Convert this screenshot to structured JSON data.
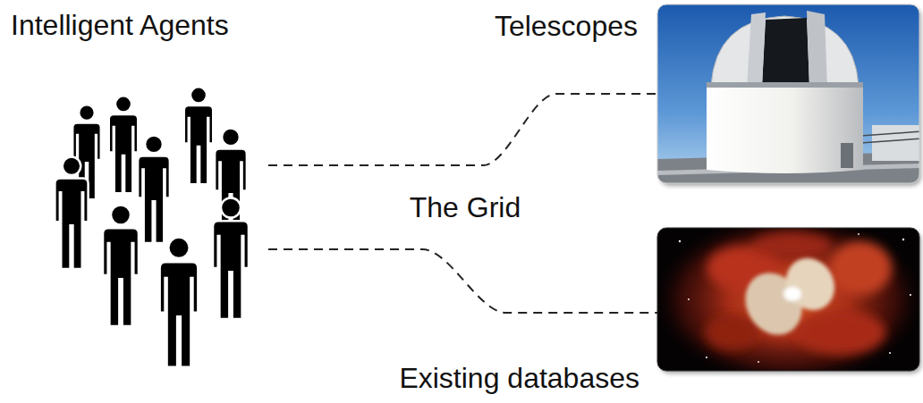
{
  "diagram": {
    "nodes": [
      {
        "text": [
          "Intelligent Agents"
        ]
      },
      {
        "text": [
          "The Grid"
        ]
      },
      {
        "text": [
          "Telescopes"
        ]
      },
      {
        "text": [
          "Existing databases"
        ]
      }
    ],
    "edges": [
      {
        "from": 0,
        "to": 2,
        "arrow": "none"
      },
      {
        "from": 0,
        "to": 3,
        "arrow": "none"
      }
    ]
  }
}
